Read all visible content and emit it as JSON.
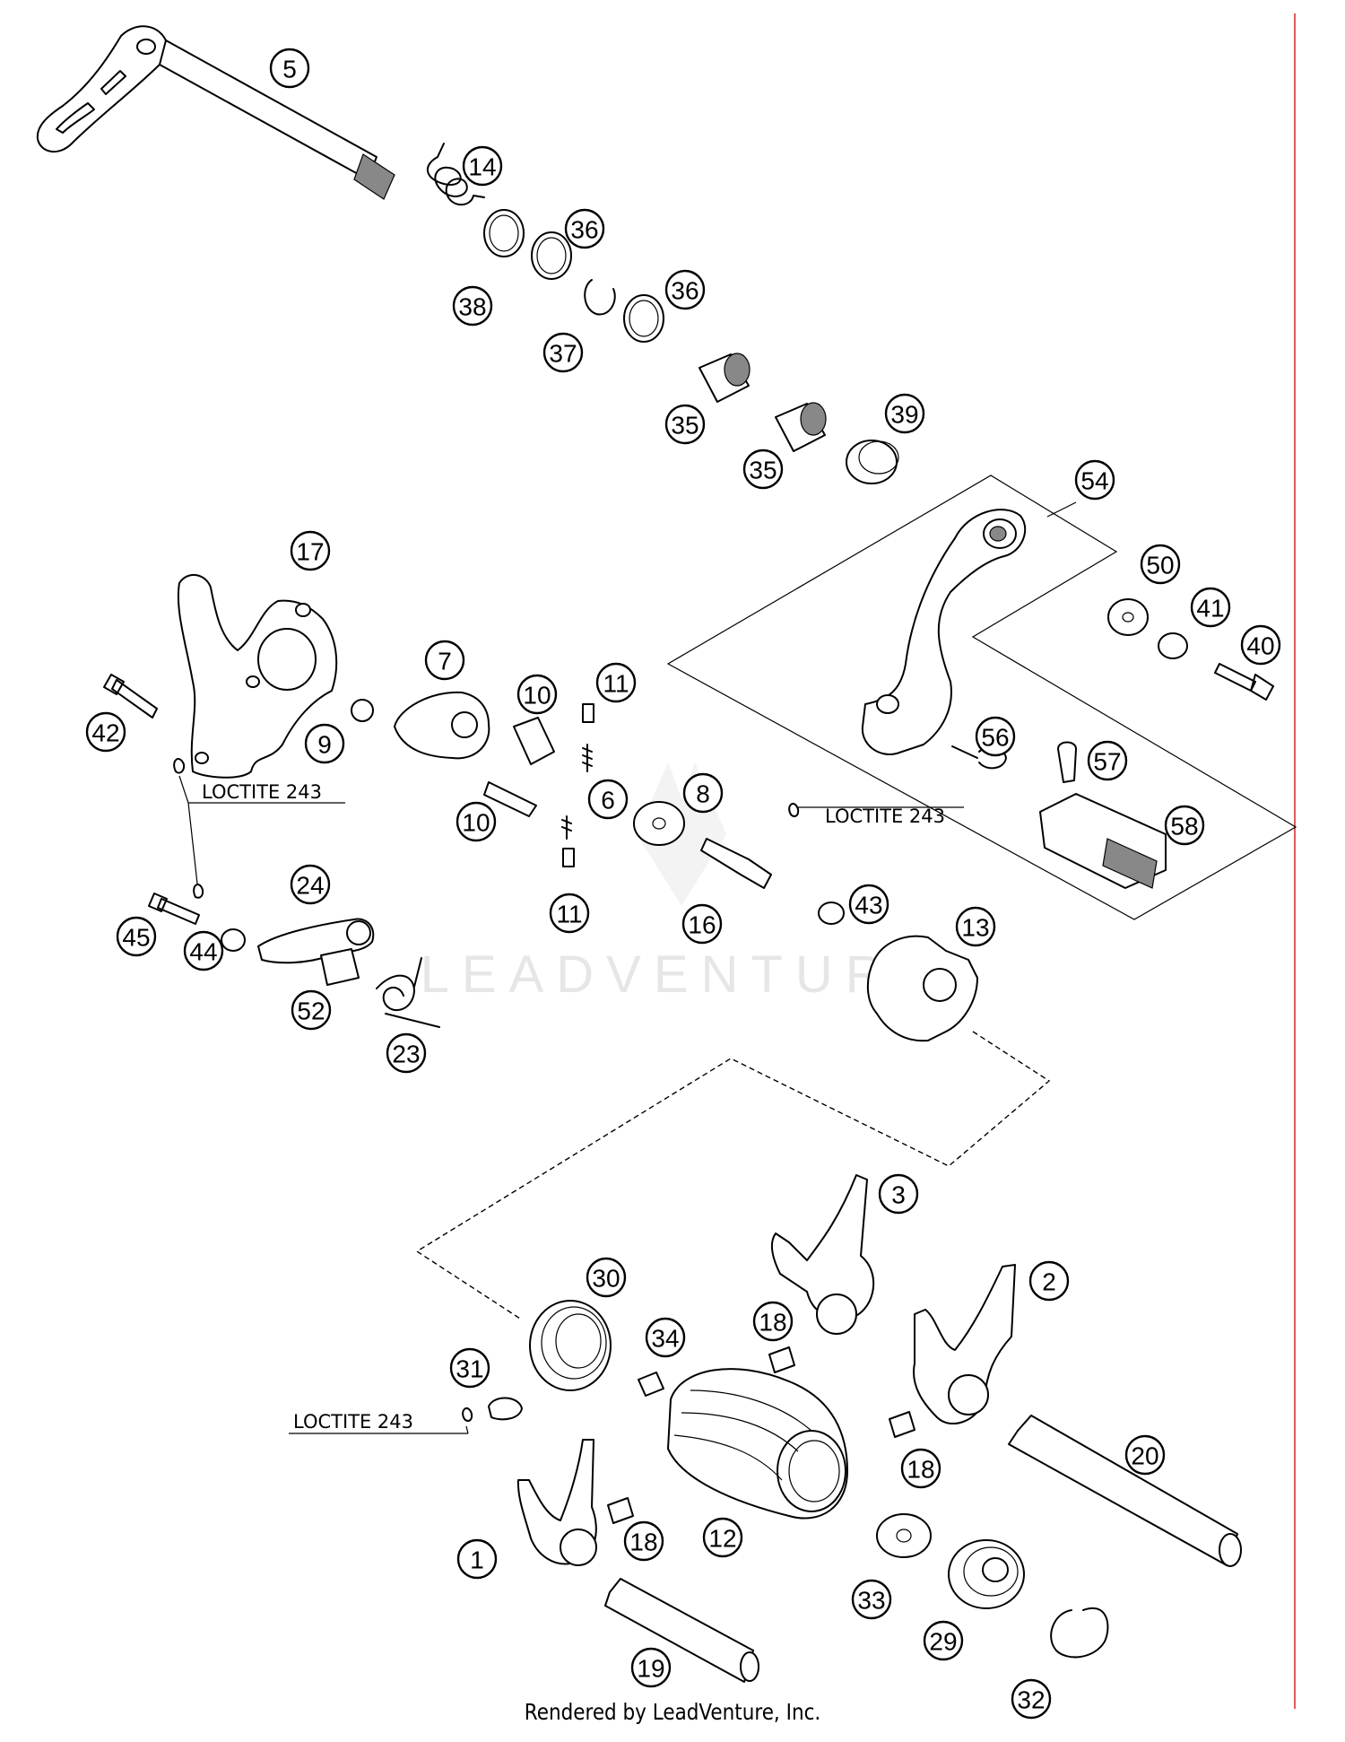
{
  "callouts": [
    {
      "label": "5"
    },
    {
      "label": "14"
    },
    {
      "label": "36"
    },
    {
      "label": "38"
    },
    {
      "label": "37"
    },
    {
      "label": "36"
    },
    {
      "label": "35"
    },
    {
      "label": "35"
    },
    {
      "label": "39"
    },
    {
      "label": "54"
    },
    {
      "label": "50"
    },
    {
      "label": "41"
    },
    {
      "label": "40"
    },
    {
      "label": "56"
    },
    {
      "label": "57"
    },
    {
      "label": "58"
    },
    {
      "label": "17"
    },
    {
      "label": "7"
    },
    {
      "label": "10"
    },
    {
      "label": "11"
    },
    {
      "label": "42"
    },
    {
      "label": "9"
    },
    {
      "label": "6"
    },
    {
      "label": "8"
    },
    {
      "label": "10"
    },
    {
      "label": "45"
    },
    {
      "label": "24"
    },
    {
      "label": "43"
    },
    {
      "label": "13"
    },
    {
      "label": "44"
    },
    {
      "label": "11"
    },
    {
      "label": "16"
    },
    {
      "label": "52"
    },
    {
      "label": "23"
    },
    {
      "label": "3"
    },
    {
      "label": "2"
    },
    {
      "label": "30"
    },
    {
      "label": "18"
    },
    {
      "label": "34"
    },
    {
      "label": "31"
    },
    {
      "label": "20"
    },
    {
      "label": "18"
    },
    {
      "label": "1"
    },
    {
      "label": "18"
    },
    {
      "label": "12"
    },
    {
      "label": "33"
    },
    {
      "label": "29"
    },
    {
      "label": "19"
    },
    {
      "label": "32"
    }
  ],
  "notes": {
    "loctite_1": "LOCTITE 243",
    "loctite_2": "LOCTITE 243",
    "loctite_3": "LOCTITE 243"
  },
  "watermark": "LEADVENTURE",
  "footer": "Rendered by LeadVenture, Inc.",
  "colors": {
    "line": "#000000",
    "border": "#e05a5a",
    "watermark": "#e6e6e6"
  }
}
